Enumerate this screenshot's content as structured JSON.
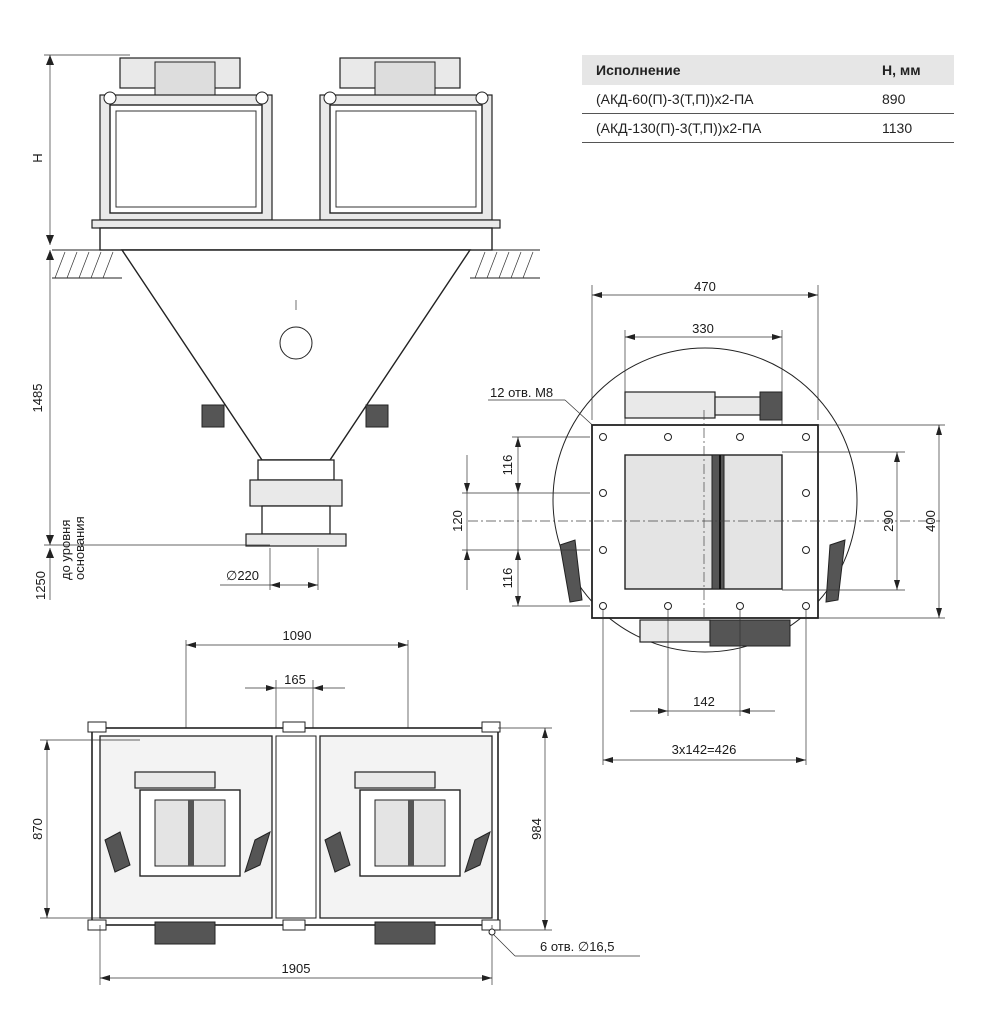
{
  "table": {
    "headers": [
      "Исполнение",
      "H, мм"
    ],
    "rows": [
      [
        "(АКД-60(П)-3(Т,П))х2-ПА",
        "890"
      ],
      [
        "(АКД-130(П)-3(Т,П))х2-ПА",
        "1130"
      ]
    ]
  },
  "front_view": {
    "dim_h": "Н",
    "dim_1485": "1485",
    "dim_1250": "1250",
    "dim_1250_note_1": "до уровня",
    "dim_1250_note_2": "основания",
    "dim_outlet": "∅220"
  },
  "detail_view": {
    "dim_470": "470",
    "dim_330": "330",
    "holes_note": "12 отв. М8",
    "dim_116_top": "116",
    "dim_120": "120",
    "dim_116_bottom": "116",
    "dim_290": "290",
    "dim_400": "400",
    "dim_142": "142",
    "dim_3x142": "3х142=426"
  },
  "plan_view": {
    "dim_1090": "1090",
    "dim_165": "165",
    "dim_870": "870",
    "dim_984": "984",
    "dim_1905": "1905",
    "holes_note": "6 отв. ∅16,5"
  }
}
